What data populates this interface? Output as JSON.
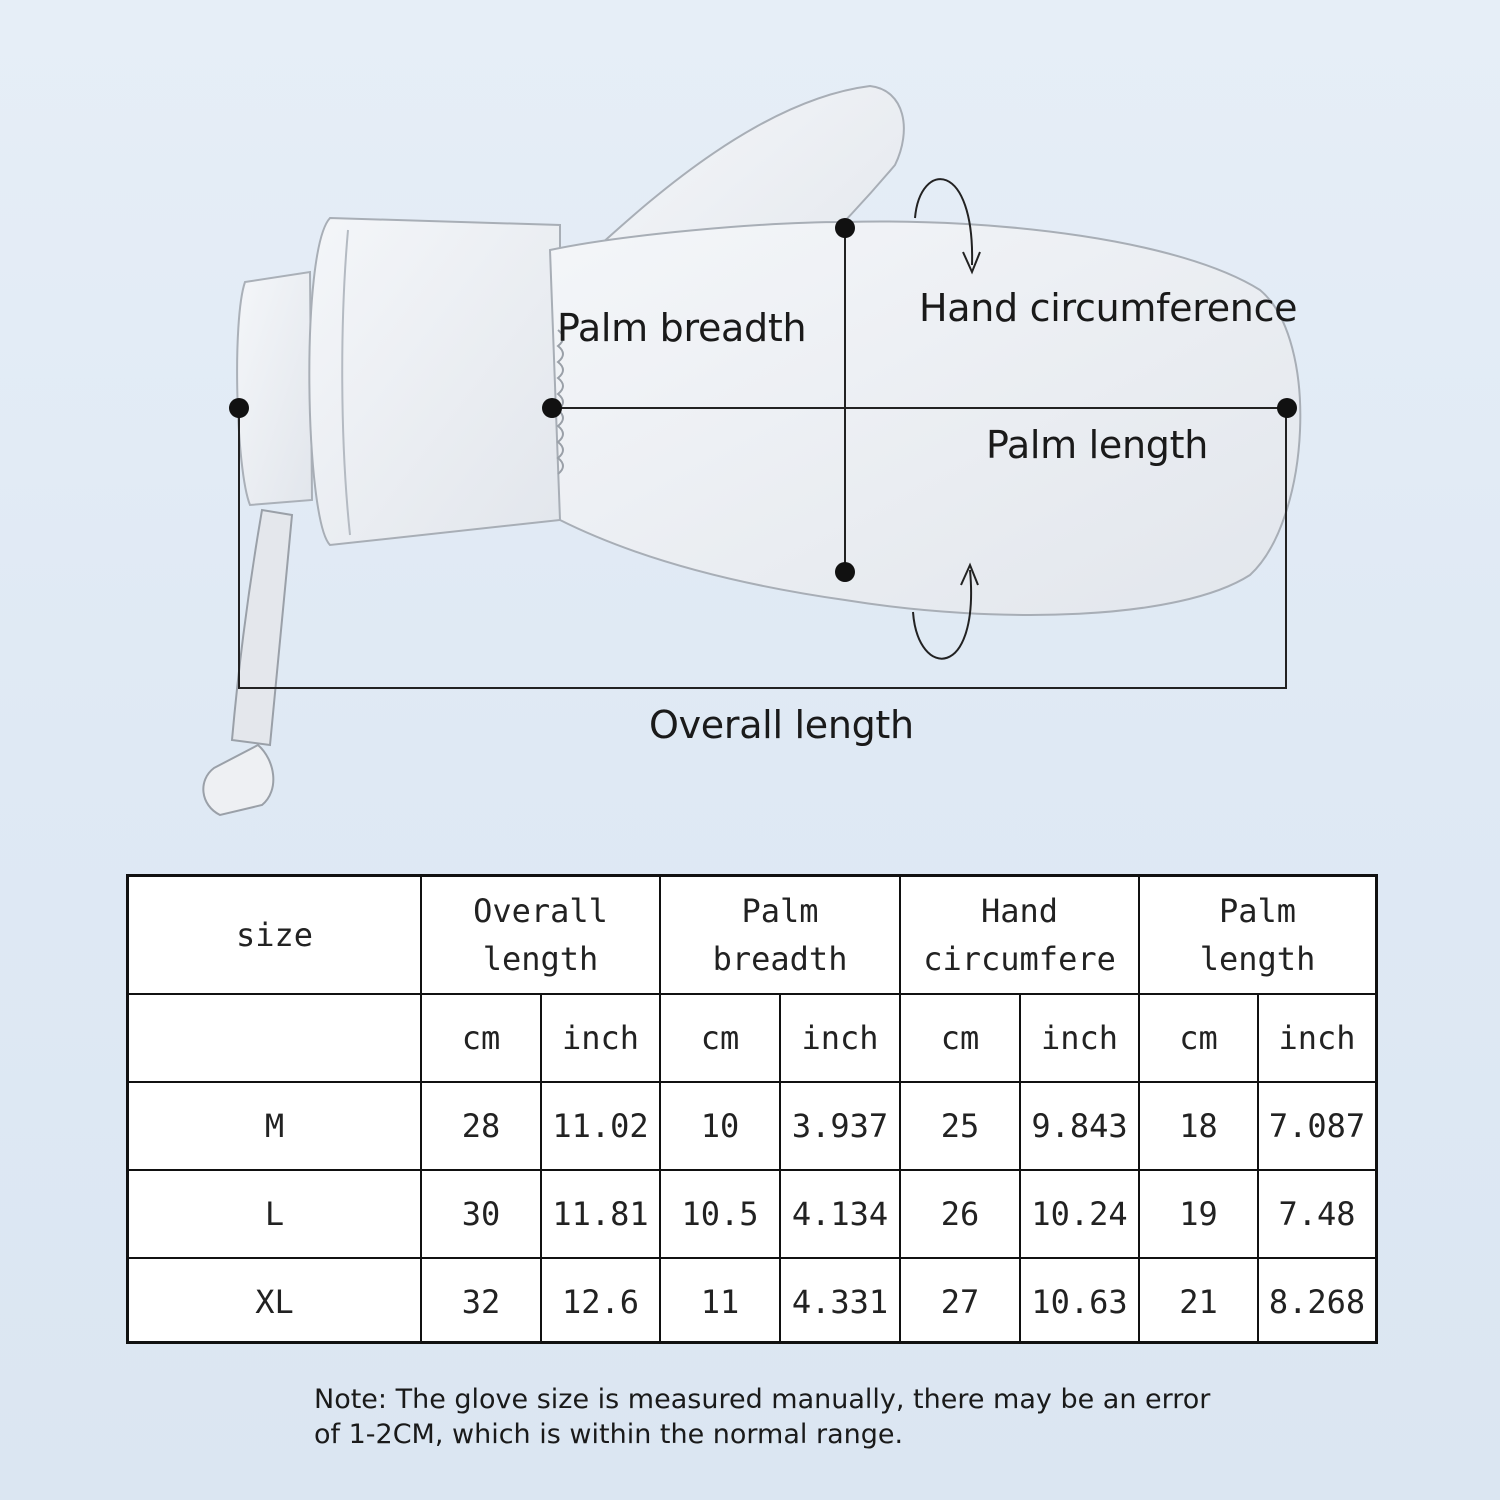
{
  "diagram": {
    "labels": {
      "palm_breadth": "Palm breadth",
      "hand_circumference": "Hand circumference",
      "palm_length": "Palm length",
      "overall_length": "Overall length"
    }
  },
  "table": {
    "header": {
      "size": "size",
      "overall_length_l1": "Overall",
      "overall_length_l2": "length",
      "palm_breadth_l1": "Palm",
      "palm_breadth_l2": "breadth",
      "hand_circ_l1": "Hand",
      "hand_circ_l2": "circumfere",
      "palm_length_l1": "Palm",
      "palm_length_l2": "length"
    },
    "units": [
      "cm",
      "inch",
      "cm",
      "inch",
      "cm",
      "inch",
      "cm",
      "inch"
    ],
    "rows": [
      {
        "size": "M",
        "values": [
          "28",
          "11.02",
          "10",
          "3.937",
          "25",
          "9.843",
          "18",
          "7.087"
        ]
      },
      {
        "size": "L",
        "values": [
          "30",
          "11.81",
          "10.5",
          "4.134",
          "26",
          "10.24",
          "19",
          "7.48"
        ]
      },
      {
        "size": "XL",
        "values": [
          "32",
          "12.6",
          "11",
          "4.331",
          "27",
          "10.63",
          "21",
          "8.268"
        ]
      }
    ]
  },
  "note": {
    "line1": "Note: The glove size is measured manually, there may be an error",
    "line2": "of 1-2CM, which is within the normal range."
  }
}
